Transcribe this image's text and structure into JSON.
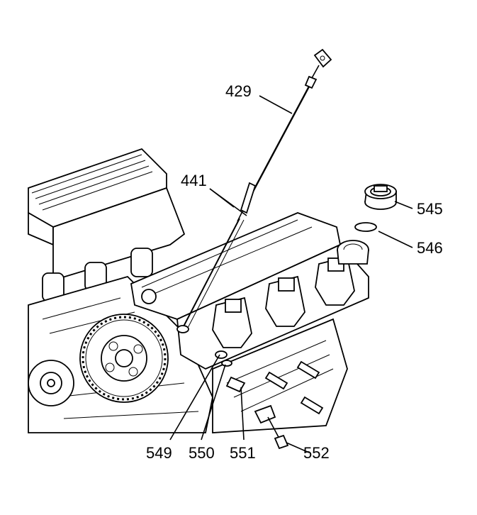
{
  "callouts": {
    "c429": "429",
    "c441": "441",
    "c545": "545",
    "c546": "546",
    "c549": "549",
    "c550": "550",
    "c551": "551",
    "c552": "552"
  }
}
